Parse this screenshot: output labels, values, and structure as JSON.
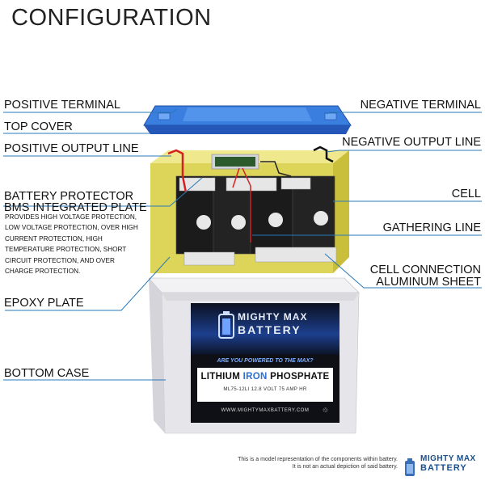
{
  "title": "CONFIGURATION",
  "labels_left": {
    "positive_terminal": "POSITIVE TERMINAL",
    "top_cover": "TOP COVER",
    "positive_output_line": "POSITIVE OUTPUT LINE",
    "battery_protector_1": "BATTERY PROTECTOR",
    "battery_protector_2": "BMS INTEGRATED PLATE",
    "epoxy_plate": "EPOXY PLATE",
    "bottom_case": "BOTTOM CASE"
  },
  "protector_description": [
    "PROVIDES HIGH VOLTAGE PROTECTION,",
    "LOW VOLTAGE PROTECTION, OVER HIGH",
    "CURRENT PROTECTION, HIGH",
    "TEMPERATURE PROTECTION, SHORT",
    "CIRCUIT PROTECTION, AND OVER",
    "CHARGE PROTECTION."
  ],
  "labels_right": {
    "negative_terminal": "NEGATIVE TERMINAL",
    "negative_output_line": "NEGATIVE OUTPUT LINE",
    "cell": "CELL",
    "gathering_line": "GATHERING LINE",
    "cell_connection_1": "CELL CONNECTION",
    "cell_connection_2": "ALUMINUM SHEET"
  },
  "product_label": {
    "brand_line1": "MIGHTY MAX",
    "brand_line2": "BATTERY",
    "tagline": "ARE YOU POWERED TO THE MAX?",
    "chem_part1": "LITHIUM ",
    "chem_part2": "IRON",
    "chem_part3": " PHOSPHATE",
    "spec": "ML75-12LI 12.8 VOLT 75 AMP HR",
    "url": "WWW.MIGHTYMAXBATTERY.COM",
    "recycle_symbol": "♲"
  },
  "footer": {
    "line1": "This is a model representation of the components within battery.",
    "line2": "It is not an actual depiction of said battery.",
    "logo_line1": "MIGHTY MAX",
    "logo_line2": "BATTERY"
  },
  "colors": {
    "leader_line": "#2a78b8",
    "top_cover": "#2f6fd0",
    "inner_case": "#d8cf4a",
    "cell": "#1a1a1a",
    "wire": "#d42020",
    "bottom_case": "#e6e6ea"
  }
}
